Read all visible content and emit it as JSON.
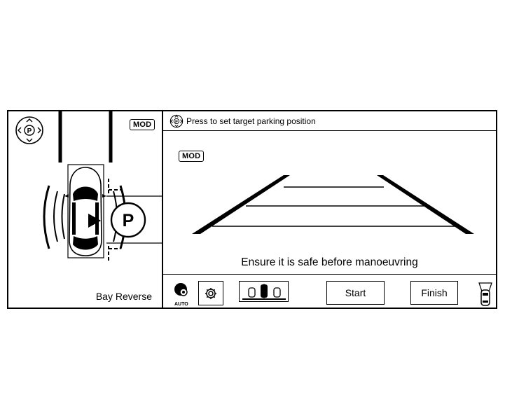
{
  "left_panel": {
    "mod_badge": "MOD",
    "parking_marker": "P",
    "mode_label": "Bay Reverse",
    "icons": [
      "dpad-parking-icon",
      "car-top-view-icon",
      "parking-target-icon"
    ]
  },
  "right_panel": {
    "hint_text": "Press to set target parking position",
    "hint_icon": "dpad-parking-icon",
    "mod_badge": "MOD",
    "warning_text": "Ensure it is safe before manoeuvring"
  },
  "toolbar": {
    "auto_label": "AUTO",
    "start_label": "Start",
    "finish_label": "Finish",
    "icons": [
      "auto-camera-icon",
      "settings-icon",
      "parking-mode-icon",
      "camera-view-icon"
    ]
  }
}
